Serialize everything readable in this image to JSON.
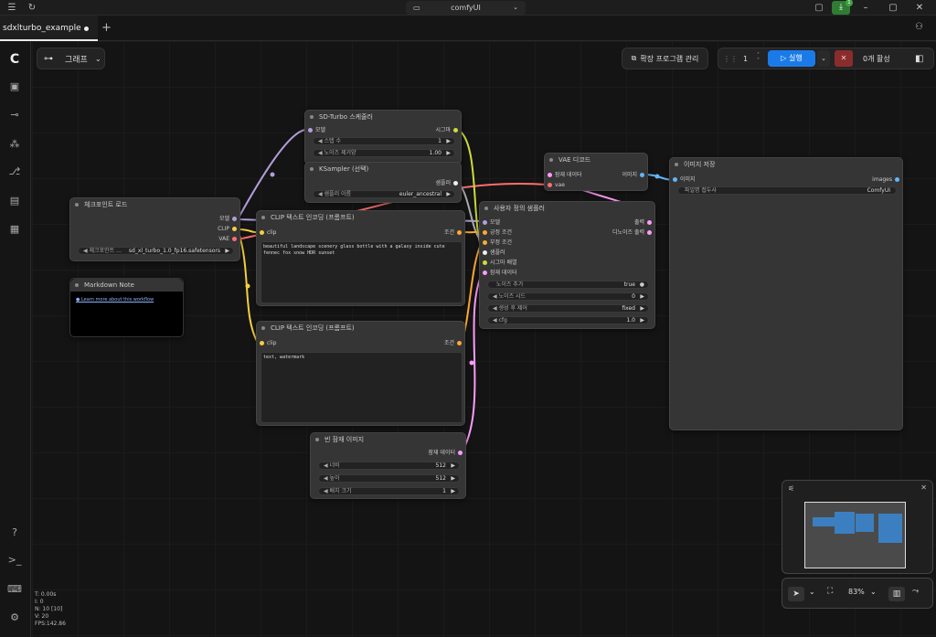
{
  "window": {
    "title": "comfyUI"
  },
  "download_badge": "1",
  "tabs": [
    {
      "label": "sdxlturbo_example"
    }
  ],
  "toolbar": {
    "graph_label": "그래프",
    "extensions_label": "확장 프로그램 관리",
    "queue_count": "1",
    "run_label": "실행",
    "active_label": "0개 활성"
  },
  "nodes": {
    "scheduler": {
      "title": "SD-Turbo 스케줄러",
      "in_model": "모델",
      "out_sigmas": "시그마",
      "w1_label": "스텝 수",
      "w1_value": "1",
      "w2_label": "노이즈 제거양",
      "w2_value": "1.00"
    },
    "ksampler_select": {
      "title": "KSampler (선택)",
      "out": "샘플러",
      "w1_label": "샘플러 이름",
      "w1_value": "euler_ancestral"
    },
    "checkpoint": {
      "title": "체크포인트 로드",
      "out_model": "모델",
      "out_clip": "CLIP",
      "out_vae": "VAE",
      "w1_label": "체크포인트 ...",
      "w1_value": "sd_xl_turbo_1.0_fp16.safetensors"
    },
    "clip_pos": {
      "title": "CLIP 텍스트 인코딩 (프롬프트)",
      "in_clip": "clip",
      "out": "조건",
      "text": "beautiful landscape scenery glass bottle with a galaxy inside cute fennec fox snow HDR sunset"
    },
    "clip_neg": {
      "title": "CLIP 텍스트 인코딩 (프롬프트)",
      "in_clip": "clip",
      "out": "조건",
      "text": "text, watermark"
    },
    "markdown": {
      "title": "Markdown Note",
      "link": "Learn more about this workflow"
    },
    "vae_decode": {
      "title": "VAE 디코드",
      "in_latent": "잠재 데이터",
      "in_vae": "vae",
      "out": "이미지"
    },
    "custom_sampler": {
      "title": "사용자 정의 샘플러",
      "in_model": "모델",
      "in_pos": "긍정 조건",
      "in_neg": "부정 조건",
      "in_sampler": "샘플러",
      "in_sigmas": "시그마 배열",
      "in_latent": "잠재 데이터",
      "out1": "출력",
      "out2": "디노이즈 출력",
      "w1_label": "노이즈 추가",
      "w1_value": "true",
      "w2_label": "노이즈 시드",
      "w2_value": "0",
      "w3_label": "생성 후 제어",
      "w3_value": "fixed",
      "w4_label": "cfg",
      "w4_value": "1.0"
    },
    "save_image": {
      "title": "이미지 저장",
      "in_images": "이미지",
      "out_images": "images",
      "w1_label": "파일명 접두사",
      "w1_value": "ComfyUI"
    },
    "empty_latent": {
      "title": "빈 잠재 이미지",
      "out": "잠재 데이터",
      "w1_label": "너비",
      "w1_value": "512",
      "w2_label": "높이",
      "w2_value": "512",
      "w3_label": "배치 크기",
      "w3_value": "1"
    }
  },
  "stats": {
    "t": "T: 0.00s",
    "i": "I: 0",
    "n": "N: 10 [10]",
    "v": "V: 20",
    "fps": "FPS:142.86"
  },
  "zoom": {
    "value": "83%"
  },
  "colors": {
    "run": "#1a7be8",
    "stop": "#c0392b",
    "model": "#b39ddb",
    "clip": "#f4d03f",
    "vae": "#ff6e6e",
    "latent": "#ff9cf9",
    "conditioning": "#ffa931",
    "image": "#64b5f6",
    "sigmas": "#cddc39"
  }
}
